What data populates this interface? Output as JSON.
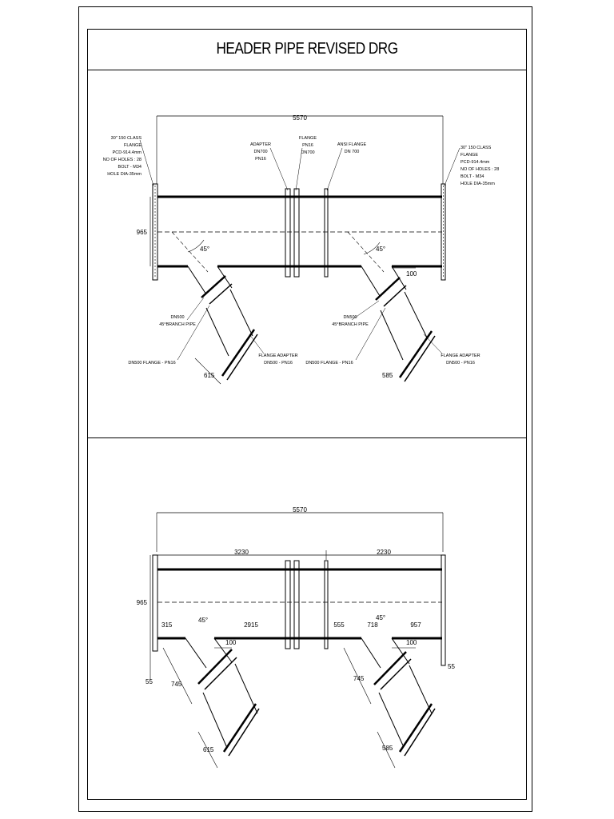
{
  "title": "HEADER PIPE REVISED DRG",
  "top_view": {
    "overall_length": "5570",
    "height": "965",
    "angle_left": "45°",
    "angle_right": "45°",
    "offset_right": "100",
    "branch_len_left": "615",
    "branch_len_right": "585",
    "label_flange_left": [
      "30\" 150 CLASS",
      "FLANGE",
      "PCD-914.4mm",
      "NO OF HOLES : 28",
      "BOLT - M34",
      "HOLE DIA-35mm"
    ],
    "label_flange_right": [
      "30\" 150 CLASS",
      "FLANGE",
      "PCD-914.4mm",
      "NO OF HOLES : 28",
      "BOLT - M34",
      "HOLE DIA-35mm"
    ],
    "label_adapter": [
      "ADAPTER",
      "DN700",
      "PN16"
    ],
    "label_flange_mid": [
      "FLANGE",
      "PN16",
      "DN700"
    ],
    "label_ansi_flange": [
      "ANSI FLANGE",
      "DN 700"
    ],
    "label_branch_left": [
      "DN500",
      "45°BRANCH PIPE"
    ],
    "label_branch_right": [
      "DN500",
      "45°BRANCH PIPE"
    ],
    "label_dn500_left": "DN500 FLANGE - PN16",
    "label_dn500_right": "DN500 FLANGE - PN16",
    "label_fa_left": [
      "FLANGE ADAPTER",
      "DN500 - PN16"
    ],
    "label_fa_right": [
      "FLANGE ADAPTER",
      "DN500 - PN16"
    ]
  },
  "bottom_view": {
    "overall_length": "5570",
    "seg_left": "3230",
    "seg_right": "2230",
    "height": "965",
    "dim_315": "315",
    "dim_2915": "2915",
    "dim_555": "555",
    "dim_718": "718",
    "dim_957": "957",
    "angle_left": "45°",
    "angle_right": "45°",
    "offset_left": "100",
    "offset_right": "100",
    "dim_55_left": "55",
    "dim_55_right": "55",
    "branch_745_left": "745",
    "branch_745_right": "745",
    "branch_len_left": "615",
    "branch_len_right": "585"
  }
}
